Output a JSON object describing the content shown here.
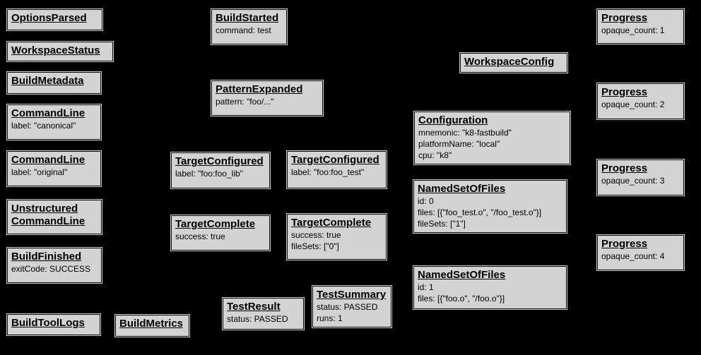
{
  "colors": {
    "background": "#000000",
    "node_fill": "#d3d3d3",
    "node_border": "#000000",
    "node_text": "#000000"
  },
  "nodes": [
    {
      "title": "OptionsParsed",
      "props": []
    },
    {
      "title": "WorkspaceStatus",
      "props": []
    },
    {
      "title": "BuildMetadata",
      "props": []
    },
    {
      "title": "CommandLine",
      "props": [
        "label: \"canonical\""
      ]
    },
    {
      "title": "CommandLine",
      "props": [
        "label: \"original\""
      ]
    },
    {
      "title": "Unstructured\nCommandLine",
      "props": []
    },
    {
      "title": "BuildFinished",
      "props": [
        "exitCode: SUCCESS"
      ]
    },
    {
      "title": "BuildToolLogs",
      "props": []
    },
    {
      "title": "BuildMetrics",
      "props": []
    },
    {
      "title": "BuildStarted",
      "props": [
        "command: test"
      ]
    },
    {
      "title": "PatternExpanded",
      "props": [
        "pattern: \"foo/...\""
      ]
    },
    {
      "title": "TargetConfigured",
      "props": [
        "label: \"foo:foo_lib\""
      ]
    },
    {
      "title": "TargetConfigured",
      "props": [
        "label: \"foo:foo_test\""
      ]
    },
    {
      "title": "TargetComplete",
      "props": [
        "success: true"
      ]
    },
    {
      "title": "TargetComplete",
      "props": [
        "success: true",
        "fileSets: [\"0\"]"
      ]
    },
    {
      "title": "TestResult",
      "props": [
        "status: PASSED"
      ]
    },
    {
      "title": "TestSummary",
      "props": [
        "status: PASSED",
        "runs: 1"
      ]
    },
    {
      "title": "WorkspaceConfig",
      "props": []
    },
    {
      "title": "Configuration",
      "props": [
        "mnemonic: \"k8-fastbuild\"",
        "platformName: \"local\"",
        "cpu: \"k8\""
      ]
    },
    {
      "title": "NamedSetOfFiles",
      "props": [
        "id: 0",
        "files: [{\"foo_test.o\", \"/foo_test.o\"}]",
        "fileSets: [\"1\"]"
      ]
    },
    {
      "title": "NamedSetOfFiles",
      "props": [
        "id: 1",
        "files: [{\"foo.o\", \"/foo.o\"}]"
      ]
    },
    {
      "title": "Progress",
      "props": [
        "opaque_count: 1"
      ]
    },
    {
      "title": "Progress",
      "props": [
        "opaque_count: 2"
      ]
    },
    {
      "title": "Progress",
      "props": [
        "opaque_count: 3"
      ]
    },
    {
      "title": "Progress",
      "props": [
        "opaque_count: 4"
      ]
    }
  ]
}
